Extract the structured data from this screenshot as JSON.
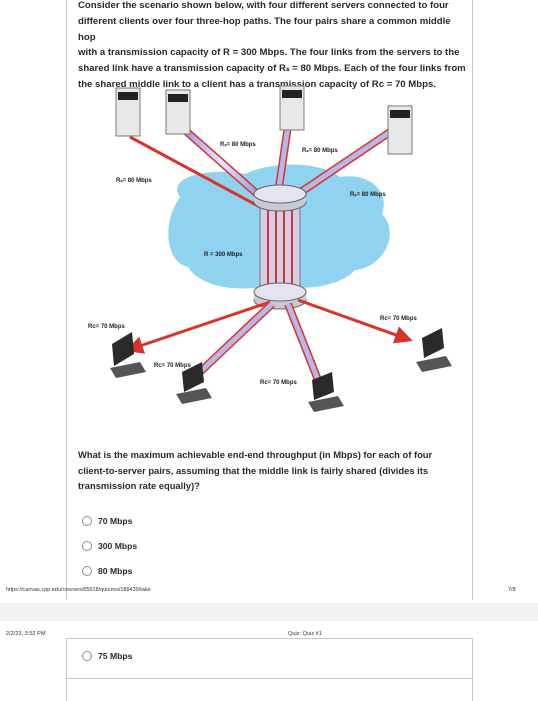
{
  "intro": {
    "lines": [
      "Consider the scenario shown below, with four different servers connected to four",
      "different clients over four three-hop paths. The four pairs share a common middle hop",
      "with a transmission capacity of R = 300 Mbps. The four links from the servers to the",
      "shared link have a transmission capacity of Rₛ = 80 Mbps. Each of the four links from",
      "the shared middle link to a client has a transmission capacity of Rᴄ = 70 Mbps."
    ]
  },
  "figure": {
    "server_labels": [
      "Rₛ= 80 Mbps",
      "Rₛ= 80 Mbps",
      "Rₛ= 80 Mbps",
      "Rₛ= 80 Mbps"
    ],
    "shared_label": "R = 300 Mbps",
    "client_labels": [
      "Rᴄ= 70 Mbps",
      "Rᴄ= 70 Mbps",
      "Rᴄ= 70 Mbps",
      "Rᴄ= 70 Mbps"
    ],
    "colors": {
      "cloud": "#8fd3f0",
      "link": "#d9342b",
      "cable": "#b7b7e8",
      "router": "#c9c9d6"
    }
  },
  "question": {
    "lines": [
      "What is the maximum achievable end-end throughput (in Mbps) for each of four",
      "client-to-server pairs, assuming that the middle link is fairly shared (divides its",
      "transmission rate equally)?"
    ]
  },
  "options": [
    "70 Mbps",
    "300 Mbps",
    "80 Mbps",
    "75 Mbps"
  ],
  "footer": {
    "url": "https://canvas.cpp.edu/courses/65518/quizzes/188439/take",
    "page": "7/8"
  },
  "header": {
    "date": "2/2/23, 3:52 PM",
    "title": "Quiz: Quiz #1"
  }
}
